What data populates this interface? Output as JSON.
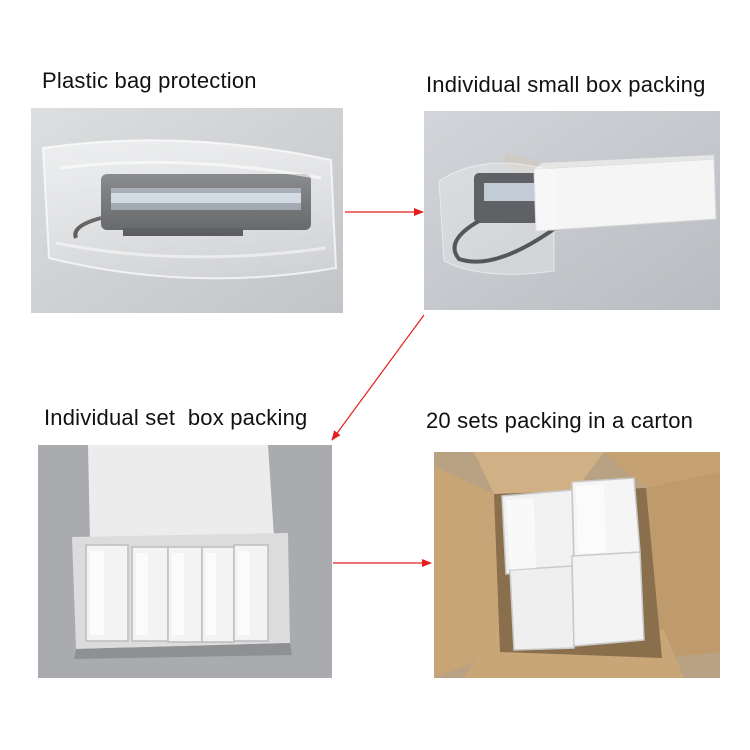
{
  "captions": {
    "plastic_bag": "Plastic bag protection",
    "small_box": "Individual small box packing",
    "set_box": "Individual set  box packing",
    "carton": "20 sets packing in a carton"
  },
  "colors": {
    "arrow": "#e41e1e",
    "text": "#111111",
    "carton": "#c9a57a",
    "white_box": "#f4f4f4"
  }
}
